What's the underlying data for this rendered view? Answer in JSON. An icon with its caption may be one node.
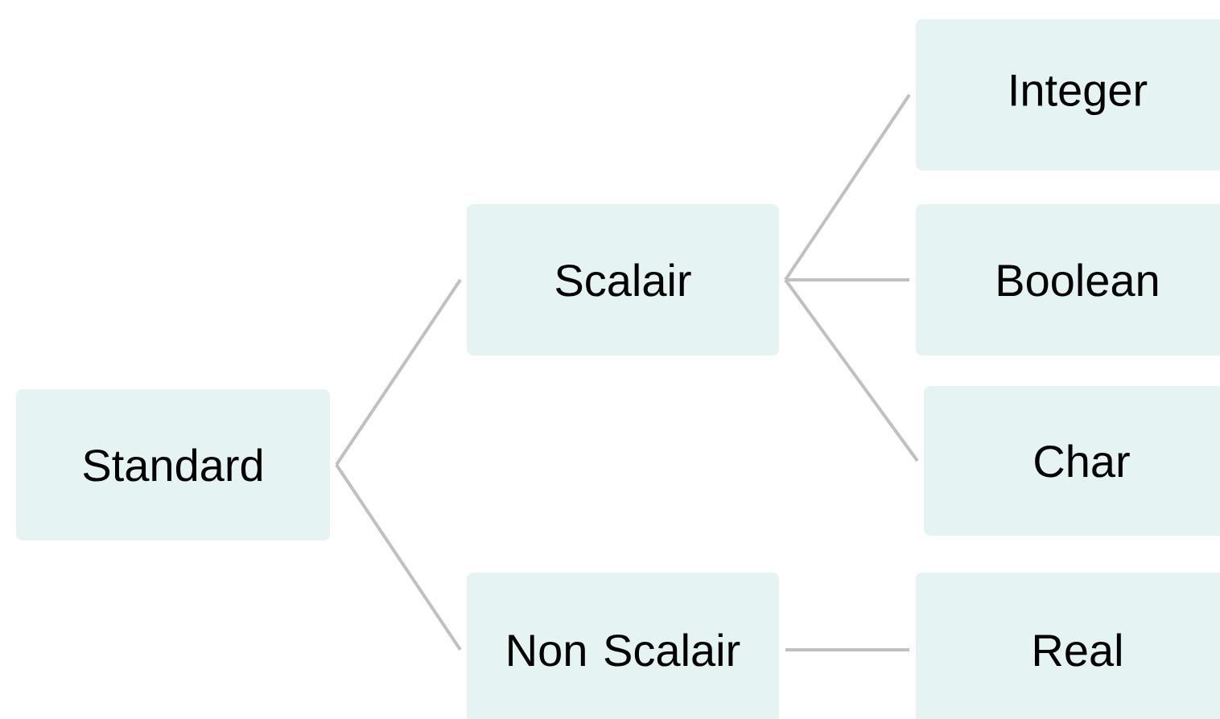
{
  "diagram": {
    "nodes": [
      {
        "text": [
          "Standard"
        ]
      },
      {
        "text": [
          "Scalair"
        ]
      },
      {
        "text": [
          "Non Scalair"
        ]
      },
      {
        "text": [
          "Integer"
        ]
      },
      {
        "text": [
          "Boolean"
        ]
      },
      {
        "text": [
          "Char"
        ]
      },
      {
        "text": [
          "Real"
        ]
      }
    ],
    "edges": [
      {
        "from": 0,
        "to": 1,
        "arrow": "none"
      },
      {
        "from": 0,
        "to": 2,
        "arrow": "none"
      },
      {
        "from": 1,
        "to": 3,
        "arrow": "none"
      },
      {
        "from": 1,
        "to": 4,
        "arrow": "none"
      },
      {
        "from": 1,
        "to": 5,
        "arrow": "none"
      },
      {
        "from": 2,
        "to": 6,
        "arrow": "none"
      }
    ]
  }
}
